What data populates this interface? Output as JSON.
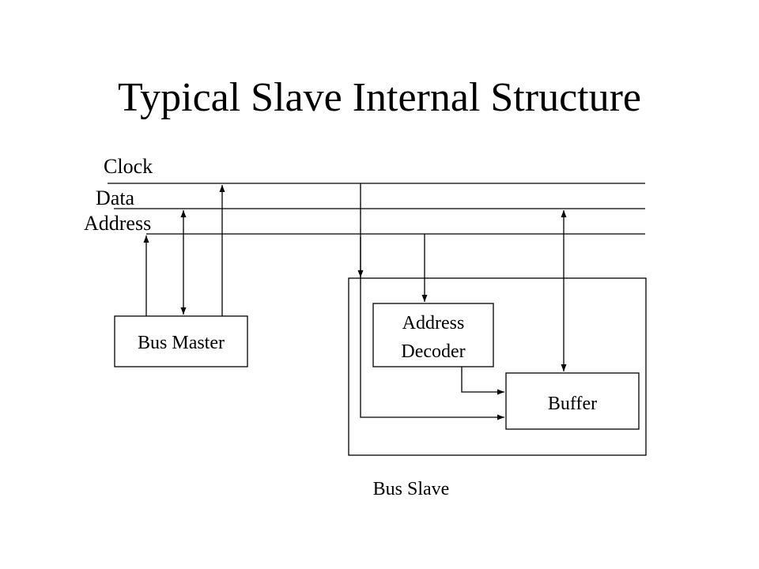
{
  "title": "Typical Slave Internal Structure",
  "buses": {
    "clock": "Clock",
    "data": "Data",
    "address": "Address"
  },
  "blocks": {
    "bus_master": "Bus Master",
    "address_decoder_line1": "Address",
    "address_decoder_line2": "Decoder",
    "buffer": "Buffer",
    "bus_slave": "Bus Slave"
  },
  "colors": {
    "line": "#000000",
    "background": "#ffffff"
  }
}
